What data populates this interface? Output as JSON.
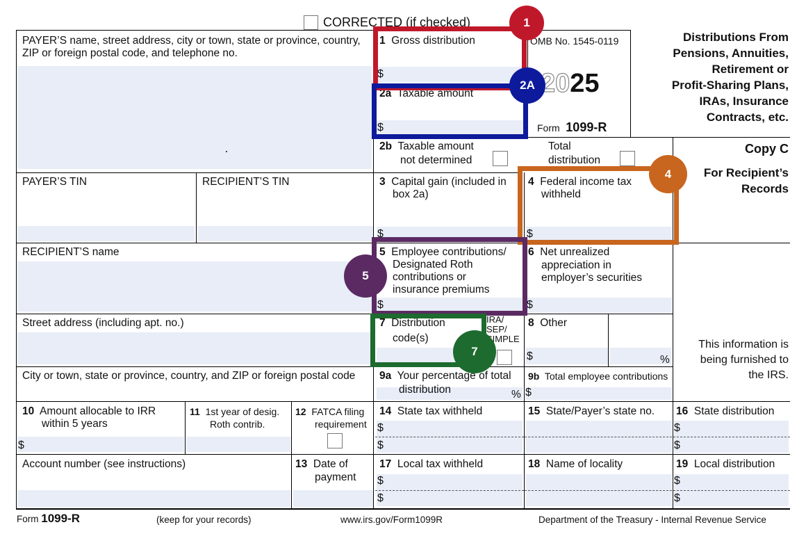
{
  "corrected": {
    "label": "CORRECTED (if checked)"
  },
  "payer": {
    "name_label": "PAYER’S name, street address, city or town, state or province, country, ZIP or foreign postal code, and telephone no.",
    "tin_label": "PAYER’S TIN"
  },
  "recipient": {
    "tin_label": "RECIPIENT’S TIN",
    "name_label": "RECIPIENT’S name",
    "street_label": "Street address (including apt. no.)",
    "city_label": "City or town, state or province, country, and ZIP or foreign postal code"
  },
  "box1": {
    "num": "1",
    "label": "Gross distribution"
  },
  "box2a": {
    "num": "2a",
    "label": "Taxable amount"
  },
  "box2b": {
    "num": "2b",
    "label1": "Taxable amount",
    "label2": "not determined",
    "total_label1": "Total",
    "total_label2": "distribution"
  },
  "box3": {
    "num": "3",
    "label1": "Capital gain (included in",
    "label2": "box 2a)"
  },
  "box4": {
    "num": "4",
    "label1": "Federal income tax",
    "label2": "withheld"
  },
  "box5": {
    "num": "5",
    "label1": "Employee contributions/",
    "label2": "Designated Roth",
    "label3": "contributions or",
    "label4": "insurance premiums"
  },
  "box6": {
    "num": "6",
    "label1": "Net unrealized",
    "label2": "appreciation in",
    "label3": "employer’s securities"
  },
  "box7": {
    "num": "7",
    "label1": "Distribution",
    "label2": "code(s)",
    "ira_label1": "IRA/",
    "ira_label2": "SEP/",
    "ira_label3": "SIMPLE"
  },
  "box8": {
    "num": "8",
    "label": "Other",
    "pct": "%"
  },
  "box9a": {
    "num": "9a",
    "label1": "Your percentage of total",
    "label2": "distribution",
    "pct": "%"
  },
  "box9b": {
    "num": "9b",
    "label": "Total employee contributions"
  },
  "box10": {
    "num": "10",
    "label1": "Amount allocable to IRR",
    "label2": "within 5 years"
  },
  "box11": {
    "num": "11",
    "label1": "1st year of desig.",
    "label2": "Roth contrib."
  },
  "box12": {
    "num": "12",
    "label1": "FATCA filing",
    "label2": "requirement"
  },
  "box13": {
    "num": "13",
    "label1": "Date of",
    "label2": "payment"
  },
  "box14": {
    "num": "14",
    "label": "State tax withheld"
  },
  "box15": {
    "num": "15",
    "label": "State/Payer’s state no."
  },
  "box16": {
    "num": "16",
    "label": "State distribution"
  },
  "box17": {
    "num": "17",
    "label": "Local tax withheld"
  },
  "box18": {
    "num": "18",
    "label": "Name of locality"
  },
  "box19": {
    "num": "19",
    "label": "Local distribution"
  },
  "account": {
    "label": "Account number (see instructions)"
  },
  "header": {
    "omb": "OMB No. 1545-0119",
    "year_outline": "20",
    "year_bold": "25",
    "form_word": "Form",
    "form_name": "1099-R",
    "title": [
      "Distributions From",
      "Pensions, Annuities,",
      "Retirement or",
      "Profit-Sharing Plans,",
      "IRAs, Insurance",
      "Contracts, etc."
    ],
    "copy": "Copy C",
    "copy_sub1": "For Recipient’s",
    "copy_sub2": "Records",
    "irs_note": [
      "This information is",
      "being furnished to",
      "the IRS."
    ]
  },
  "dollar_sign": "$",
  "footer": {
    "form_word": "Form",
    "form_name": "1099-R",
    "keep": "(keep for your records)",
    "url": "www.irs.gov/Form1099R",
    "dept": "Department of the Treasury - Internal Revenue Service"
  },
  "callouts": [
    {
      "label": "1",
      "color": "#c0182b"
    },
    {
      "label": "2A",
      "color": "#0e1a9c"
    },
    {
      "label": "4",
      "color": "#c8651e"
    },
    {
      "label": "5",
      "color": "#5b2a63"
    },
    {
      "label": "7",
      "color": "#1d6b2e"
    }
  ]
}
